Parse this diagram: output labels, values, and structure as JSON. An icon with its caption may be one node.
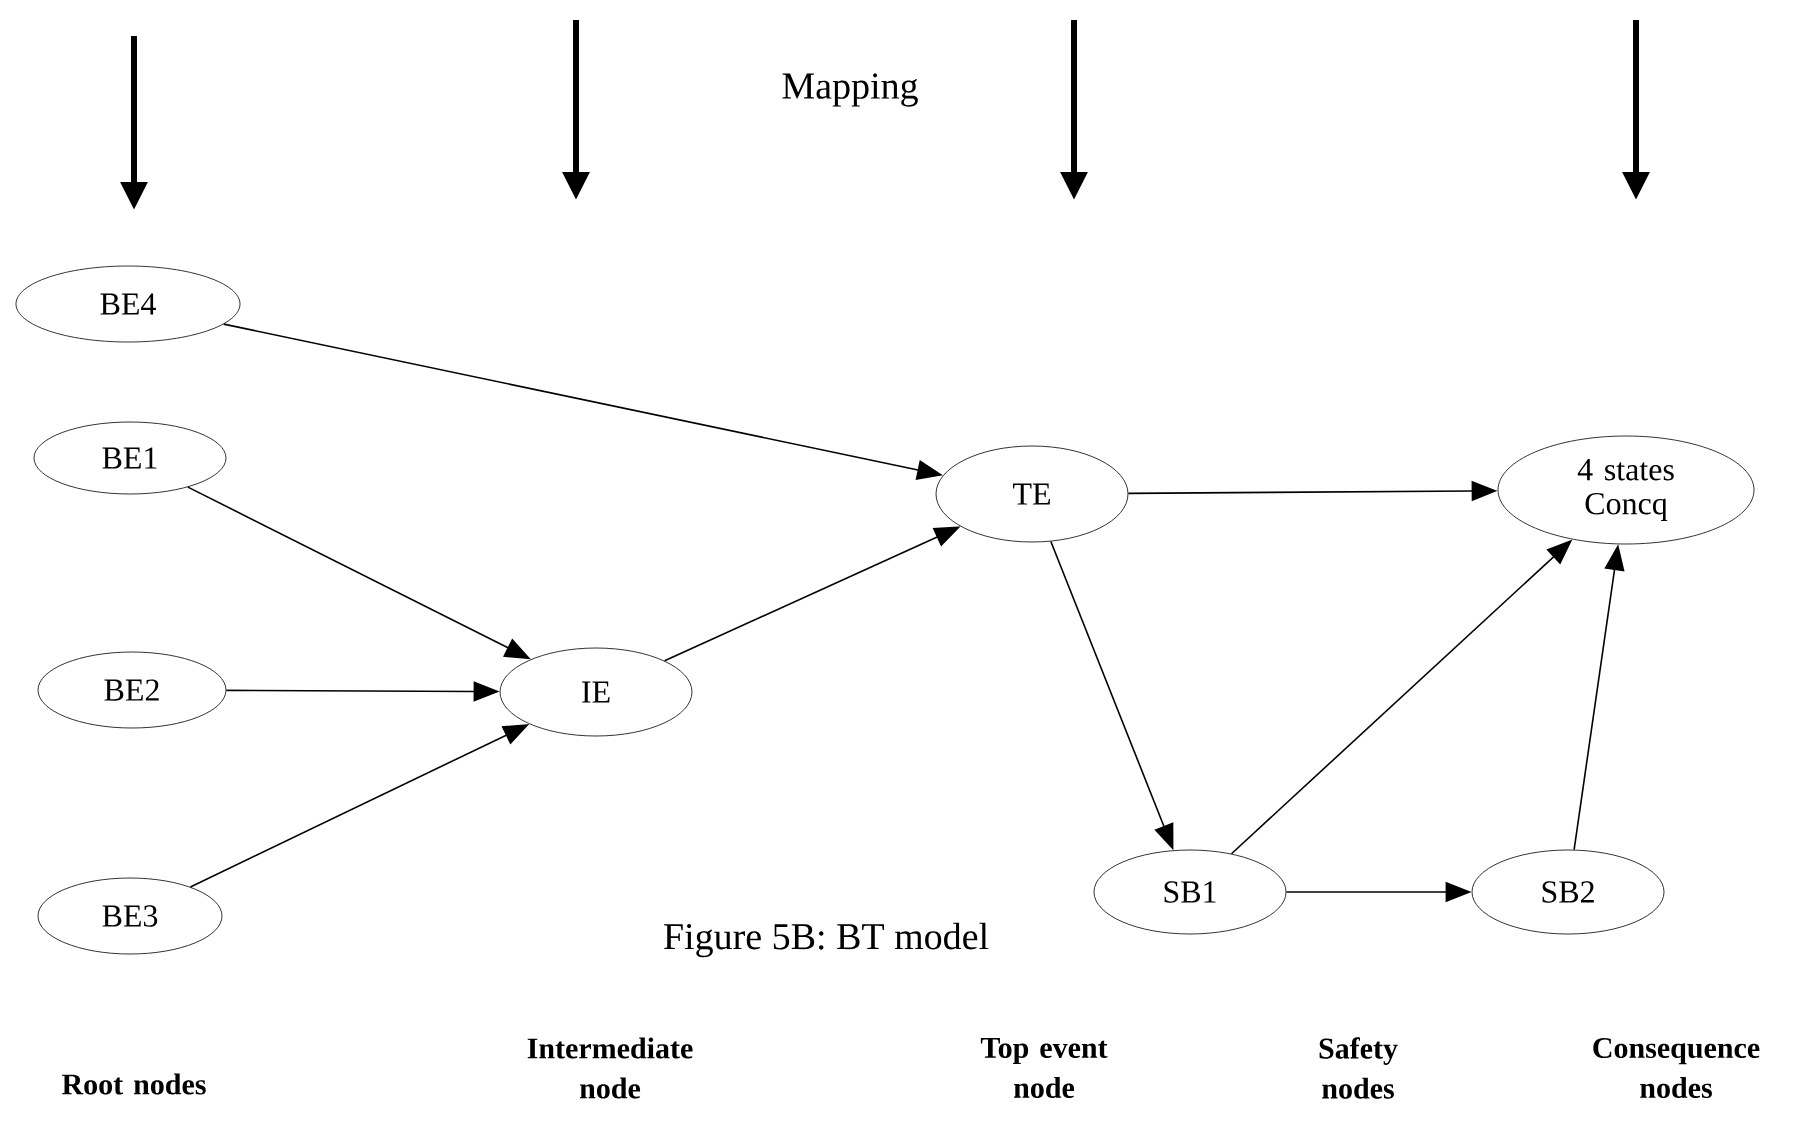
{
  "diagram": {
    "caption": "Figure 5B: BT model",
    "nodes": [
      {
        "text": [
          "BE4"
        ]
      },
      {
        "text": [
          "BE1"
        ]
      },
      {
        "text": [
          "BE2"
        ]
      },
      {
        "text": [
          "BE3"
        ]
      },
      {
        "text": [
          "IE"
        ]
      },
      {
        "text": [
          "TE"
        ]
      },
      {
        "text": [
          "4 states Concq"
        ]
      },
      {
        "text": [
          "SB1"
        ]
      },
      {
        "text": [
          "SB2"
        ]
      }
    ],
    "edges": [
      {
        "from": 0,
        "to": 5,
        "arrow": "to"
      },
      {
        "from": 1,
        "to": 4,
        "arrow": "to"
      },
      {
        "from": 2,
        "to": 4,
        "arrow": "to"
      },
      {
        "from": 3,
        "to": 4,
        "arrow": "to"
      },
      {
        "from": 4,
        "to": 5,
        "arrow": "to"
      },
      {
        "from": 5,
        "to": 6,
        "arrow": "to"
      },
      {
        "from": 5,
        "to": 7,
        "arrow": "to"
      },
      {
        "from": 7,
        "to": 6,
        "arrow": "to"
      },
      {
        "from": 7,
        "to": 8,
        "arrow": "to"
      },
      {
        "from": 8,
        "to": 6,
        "arrow": "to"
      }
    ],
    "labels": [
      "Mapping",
      "Root nodes",
      "Intermediate node",
      "Top event node",
      "Safety nodes",
      "Consequence nodes"
    ]
  }
}
